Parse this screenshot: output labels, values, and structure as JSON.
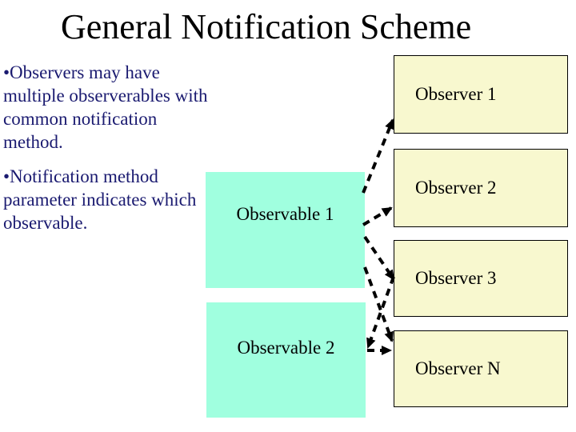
{
  "slide": {
    "title": "General Notification Scheme",
    "bullets": [
      "•Observers may have\nmultiple observerables with\ncommon notification\nmethod.",
      "•Notification method\nparameter indicates which\nobservable."
    ]
  },
  "observables": [
    {
      "label": "Observable 1"
    },
    {
      "label": "Observable 2"
    }
  ],
  "observers": [
    {
      "label": "Observer 1"
    },
    {
      "label": "Observer 2"
    },
    {
      "label": "Observer 3"
    },
    {
      "label": "Observer N"
    }
  ],
  "connections": [
    {
      "from": "Observable 1",
      "to": "Observer 1"
    },
    {
      "from": "Observable 1",
      "to": "Observer 2"
    },
    {
      "from": "Observable 1",
      "to": "Observer 3"
    },
    {
      "from": "Observable 1",
      "to": "Observer N"
    },
    {
      "from": "Observer 3",
      "to": "Observable 2"
    },
    {
      "from": "Observable 2",
      "to": "Observer N"
    }
  ],
  "colors": {
    "background": "#FFFFFF",
    "title_text": "#000000",
    "body_text": "#1A1A70",
    "observable_fill": "#A0FFDF",
    "observer_fill": "#F8F8CF",
    "observer_border": "#000000",
    "arrow": "#000000"
  }
}
